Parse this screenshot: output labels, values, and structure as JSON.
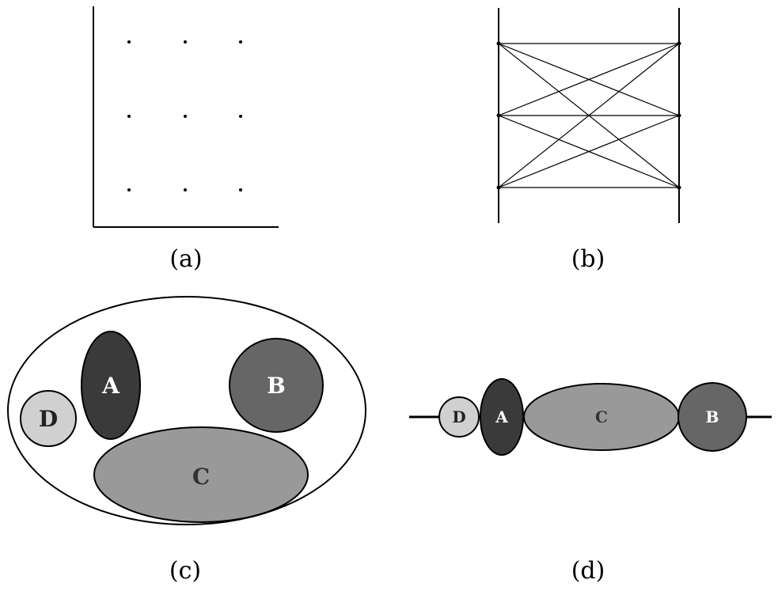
{
  "panels": {
    "a": {
      "caption": "(a)"
    },
    "b": {
      "caption": "(b)"
    },
    "c": {
      "caption": "(c)",
      "labels": {
        "A": "A",
        "B": "B",
        "C": "C",
        "D": "D"
      }
    },
    "d": {
      "caption": "(d)",
      "labels": {
        "A": "A",
        "B": "B",
        "C": "C",
        "D": "D"
      }
    }
  },
  "colors": {
    "A": "#3a3a3a",
    "B": "#666666",
    "C": "#999999",
    "D": "#d0d0d0",
    "stroke": "#000000"
  }
}
